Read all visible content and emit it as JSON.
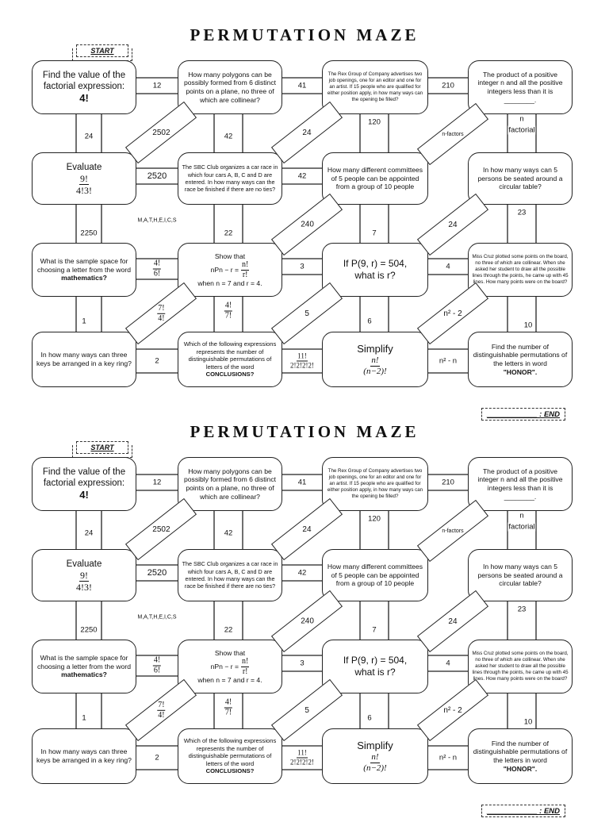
{
  "title": "PERMUTATION MAZE",
  "start": "START",
  "end": "____________ : END",
  "q": {
    "r1c1": "Find the value of the factorial expression:",
    "r1c1_val": "4!",
    "r1c2": "How many polygons can be possibly formed from 6 distinct points on a plane, no three of which are collinear?",
    "r1c3": "The Rex Group of Company advertises two job openings, one for an editor and one for an artist. If 15 people who are qualified for either position apply, in how many ways can the opening be filled?",
    "r1c4": "The product of a positive integer n and all the positive integers less than it is ________.",
    "r2c1": "Evaluate",
    "r2c1_num": "9!",
    "r2c1_den": "4!3!",
    "r2c2": "The SBC Club organizes a car race in which four cars A, B, C and D are entered. In how many ways can the race be finished if there are no ties?",
    "r2c3": "How many different committees of 5 people can be appointed from a group of 10 people",
    "r2c4": "In how many ways can 5 persons be seated around a circular table?",
    "r3c1a": "What is the sample space for choosing a letter from the word",
    "r3c1b": "mathematics?",
    "r3c2a": "Show that",
    "r3c2b": "nPn − r =",
    "r3c2_num": "n!",
    "r3c2_den": "r!",
    "r3c2c": "when n = 7 and r = 4.",
    "r3c3a": "If P(9, r) = 504,",
    "r3c3b": "what is r?",
    "r3c4": "Miss Cruz plotted some points on the board, no three of which are collinear. When she asked her student to draw all the possible lines through the points, he came up with 45 lines. How many points were on the board?",
    "r4c1": "In how many ways can three keys be arranged in a key ring?",
    "r4c2a": "Which of the following expressions represents the number of distinguishable permutations of letters of the word",
    "r4c2b": "CONCLUSIONS?",
    "r4c3": "Simplify",
    "r4c3_num": "n!",
    "r4c3_den": "(n−2)!",
    "r4c4a": "Find the number of distinguishable permutations of the letters in word",
    "r4c4b": "\"HONOR\"."
  },
  "a": {
    "h11": "12",
    "h12": "41",
    "h13": "210",
    "v1c1": "24",
    "v1c2": "42",
    "v1c3": "120",
    "v1c4a": "n",
    "v1c4b": "factorial",
    "d1a": "2502",
    "d1b": "24",
    "d1c": "n-factors",
    "h21": "2520",
    "h22": "42",
    "v2c1": "2250",
    "v2c2": "22",
    "v2c3": "7",
    "v2c4": "23",
    "d2a": "M,A,T,H,E,I,C,S",
    "d2b": "240",
    "d2c": "24",
    "h31_num": "4!",
    "h31_den": "6!",
    "h32": "3",
    "h33": "4",
    "v3c1": "1",
    "v3c2_num": "4!",
    "v3c2_den": "7!",
    "v3c3": "6",
    "v3c4": "10",
    "d3a_num": "7!",
    "d3a_den": "4!",
    "d3b": "5",
    "d3c": "n² - 2",
    "h41": "2",
    "h42": "11!",
    "h42_den": "2!2!2!2!",
    "h43": "n² - n"
  }
}
